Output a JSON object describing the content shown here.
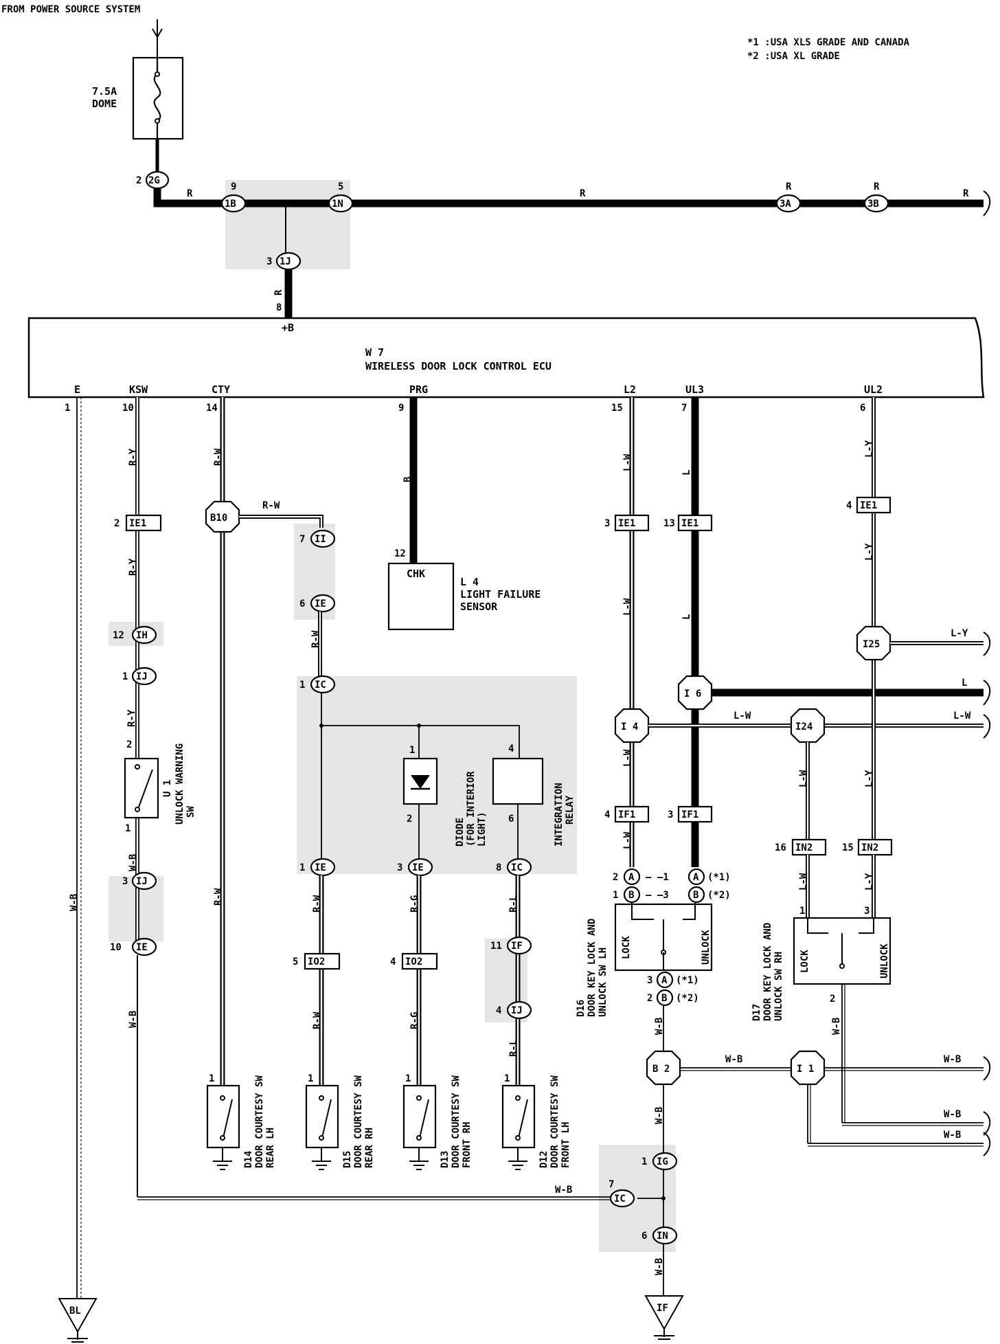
{
  "header": {
    "source": "FROM POWER SOURCE SYSTEM",
    "notes": [
      "*1 :USA XLS GRADE AND CANADA",
      "*2 :USA XL GRADE"
    ]
  },
  "fuse": {
    "rating": "7.5A",
    "name": "DOME"
  },
  "ecu": {
    "code": "W 7",
    "name": "WIRELESS DOOR LOCK CONTROL ECU",
    "power_terminal": "+B",
    "terminals": [
      "E",
      "KSW",
      "CTY",
      "PRG",
      "L2",
      "UL3",
      "UL2"
    ]
  },
  "sensor": {
    "code": "L 4",
    "name_line1": "LIGHT FAILURE",
    "name_line2": "SENSOR",
    "terminal": "CHK"
  },
  "connectors": {
    "c2G": "2G",
    "c1B": "1B",
    "c1N": "1N",
    "c3A": "3A",
    "c3B": "3B",
    "c1J": "1J",
    "cIE1": "IE1",
    "cIH": "IH",
    "cIJ": "IJ",
    "cIE": "IE",
    "cB10": "B10",
    "cII": "II",
    "cIC": "IC",
    "cIF": "IF",
    "cIO2": "IO2",
    "cIF1": "IF1",
    "cIN2": "IN2",
    "cI25": "I25",
    "cI6": "I 6",
    "cI4": "I 4",
    "cI24": "I24",
    "cB2": "B 2",
    "cI1": "I 1",
    "cIG": "IG",
    "cIN": "IN",
    "cA": "A",
    "cB": "B"
  },
  "wires": {
    "R": "R",
    "RY": "R-Y",
    "RW": "R-W",
    "B": "B",
    "LW": "L-W",
    "L": "L",
    "LY": "L-Y",
    "WB": "W-B",
    "RG": "R-G",
    "RL": "R-L",
    "Wm": "W-B"
  },
  "components": {
    "U1": {
      "code": "U 1",
      "line1": "UNLOCK WARNING",
      "line2": "SW"
    },
    "D14": {
      "code": "D14",
      "line1": "DOOR COURTESY SW",
      "line2": "REAR LH"
    },
    "D15": {
      "code": "D15",
      "line1": "DOOR COURTESY SW",
      "line2": "REAR RH"
    },
    "D13": {
      "code": "D13",
      "line1": "DOOR COURTESY SW",
      "line2": "FRONT RH"
    },
    "D12": {
      "code": "D12",
      "line1": "DOOR COURTESY SW",
      "line2": "FRONT LH"
    },
    "diode": {
      "line1": "DIODE",
      "line2": "(FOR INTERIOR",
      "line3": "LIGHT)"
    },
    "relay": {
      "line1": "INTEGRATION",
      "line2": "RELAY"
    },
    "D16": {
      "code": "D16",
      "line1": "DOOR KEY LOCK AND",
      "line2": "UNLOCK SW LH",
      "lock": "LOCK",
      "unlock": "UNLOCK"
    },
    "D17": {
      "code": "D17",
      "line1": "DOOR KEY LOCK AND",
      "line2": "UNLOCK SW RH",
      "lock": "LOCK",
      "unlock": "UNLOCK"
    }
  },
  "grounds": {
    "left": "BL",
    "right": "IF"
  },
  "marks": {
    "m1": "(*1)",
    "m2": "(*2)"
  }
}
